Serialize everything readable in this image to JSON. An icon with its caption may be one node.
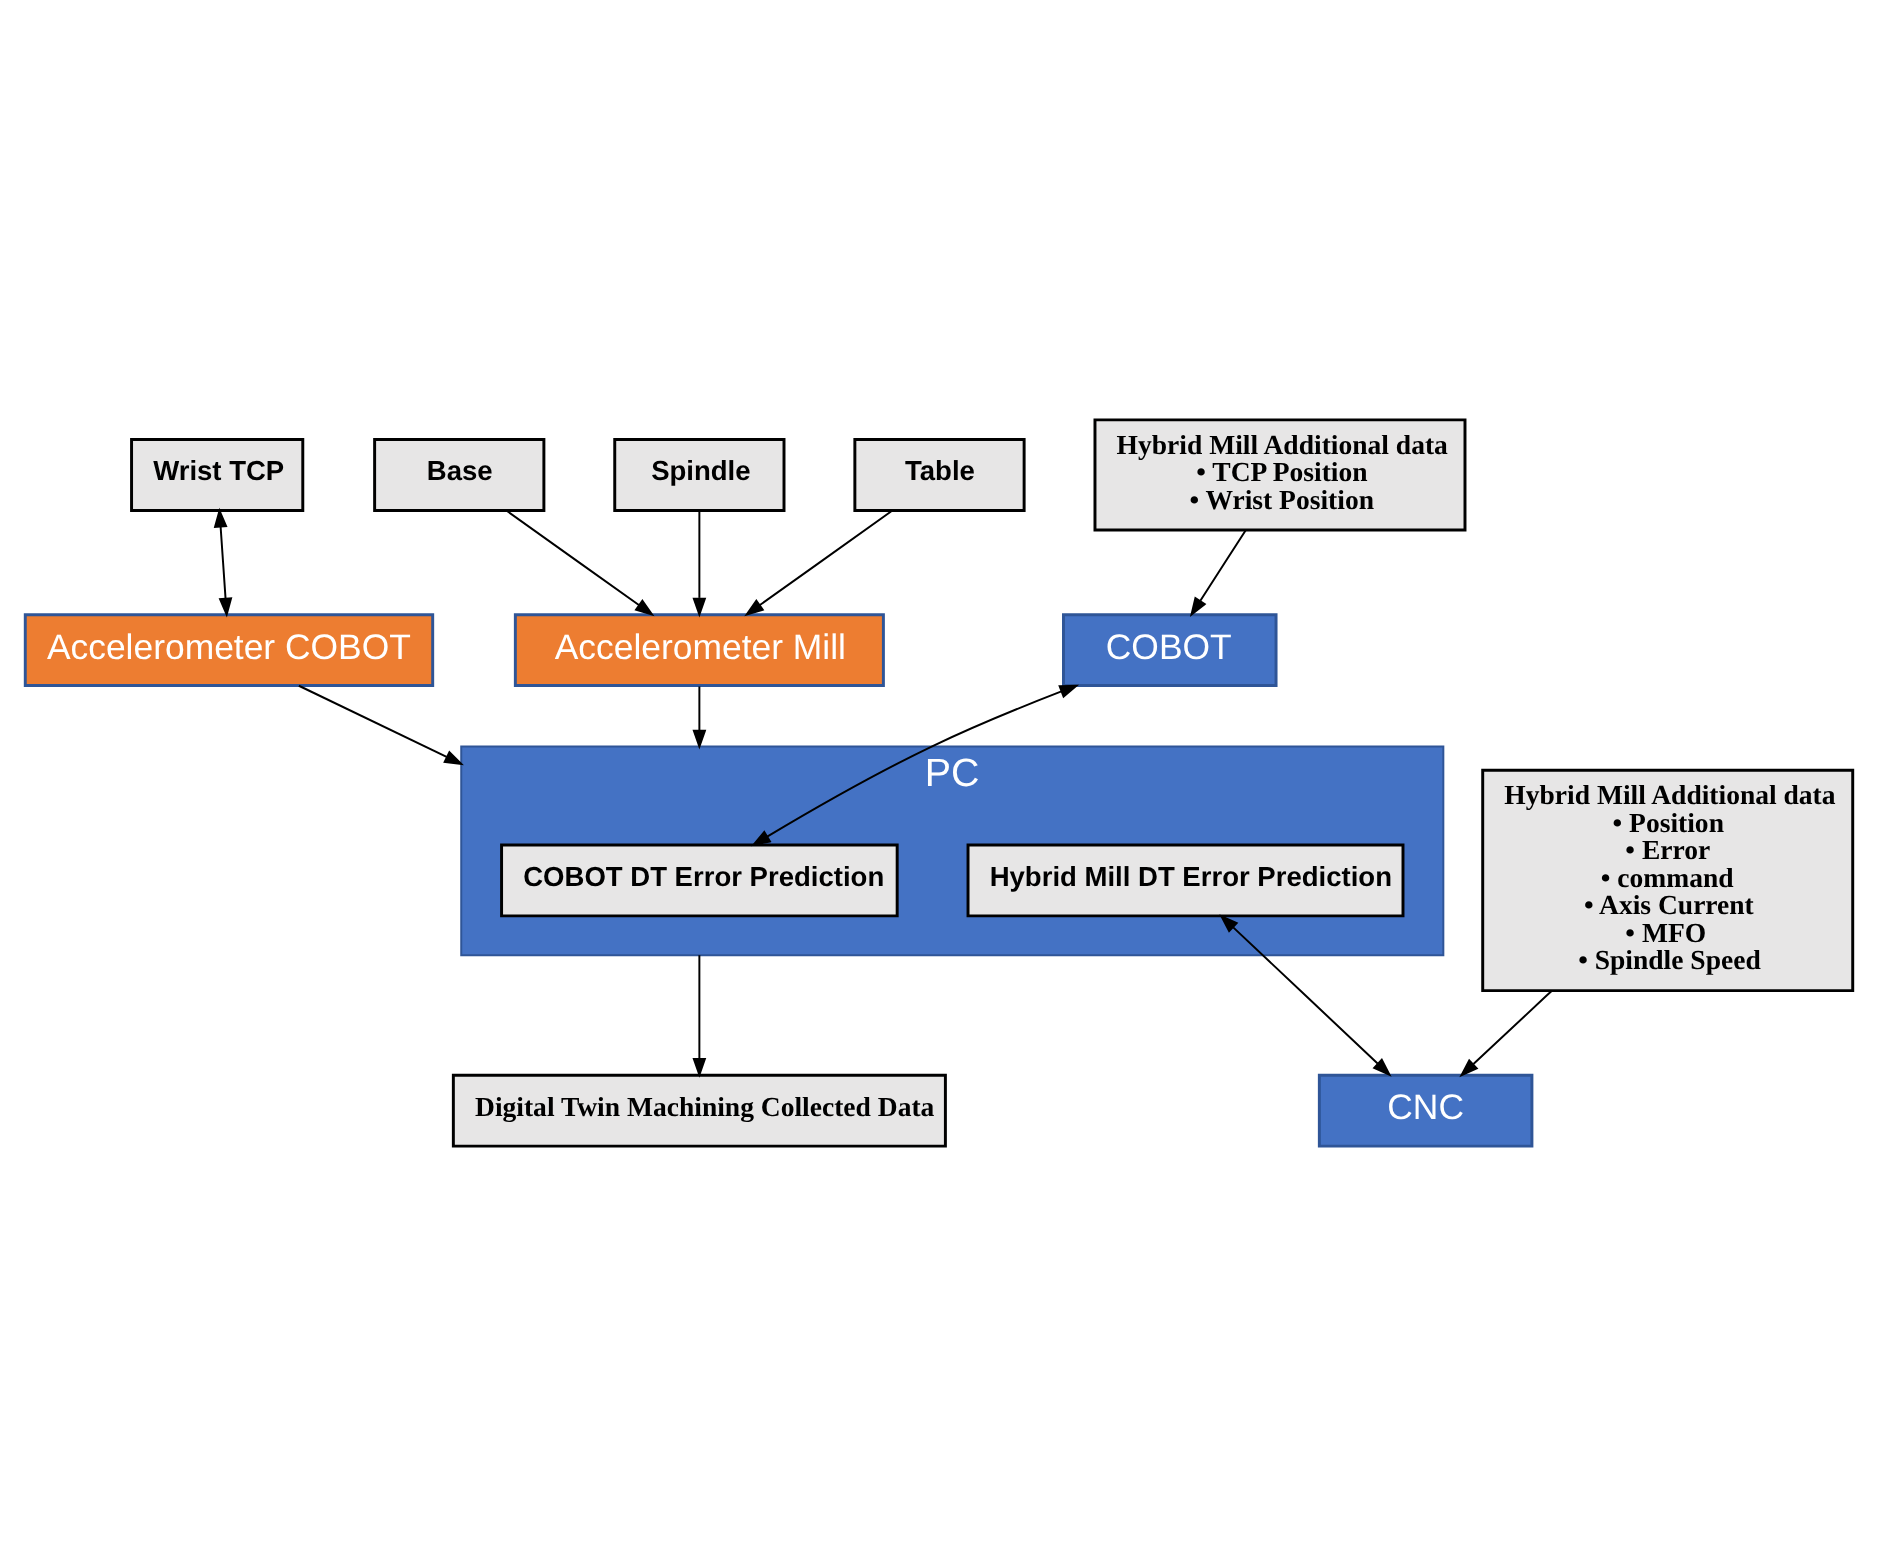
{
  "diagram": {
    "nodes": [
      {
        "text": [
          "Wrist TCP"
        ]
      },
      {
        "text": [
          "Base"
        ]
      },
      {
        "text": [
          "Spindle"
        ]
      },
      {
        "text": [
          "Table"
        ]
      },
      {
        "text": [
          "Accelerometer COBOT"
        ]
      },
      {
        "text": [
          "Accelerometer Mill"
        ]
      },
      {
        "text": [
          "PC"
        ]
      },
      {
        "text": [
          "COBOT"
        ]
      },
      {
        "text": [
          "COBOT DT Error Prediction"
        ],
        "in": 6
      },
      {
        "text": [
          "Hybrid Mill DT Error Prediction"
        ],
        "in": 6
      },
      {
        "text": [
          "CNC"
        ]
      },
      {
        "text": [
          "Hybrid Mill Additional data",
          "• TCP Position",
          "• Wrist Position"
        ]
      },
      {
        "text": [
          "Digital Twin Machining Collected Data"
        ]
      },
      {
        "text": [
          "Hybrid Mill Additional data",
          "• Position",
          "• Error",
          "• command",
          "• Axis Current",
          "• MFO",
          "• Spindle Speed"
        ]
      }
    ],
    "edges": [
      {
        "from": 0,
        "to": 4,
        "arrow": "both"
      },
      {
        "from": 1,
        "to": 5,
        "arrow": "to"
      },
      {
        "from": 2,
        "to": 5,
        "arrow": "to"
      },
      {
        "from": 3,
        "to": 5,
        "arrow": "to"
      },
      {
        "from": 4,
        "to": 6,
        "arrow": "to"
      },
      {
        "from": 5,
        "to": 6,
        "arrow": "to"
      },
      {
        "from": 7,
        "to": 8,
        "arrow": "both"
      },
      {
        "from": 9,
        "to": 10,
        "arrow": "both"
      },
      {
        "from": 6,
        "to": 12,
        "arrow": "to"
      },
      {
        "from": 11,
        "to": 7,
        "arrow": "to"
      },
      {
        "from": 13,
        "to": 10,
        "arrow": "to"
      }
    ]
  }
}
